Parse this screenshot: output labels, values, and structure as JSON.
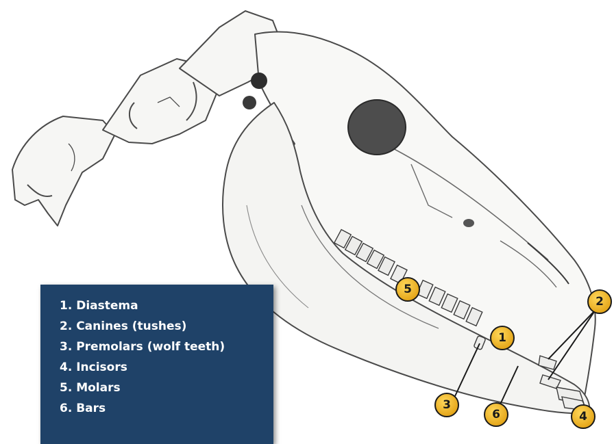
{
  "legend": {
    "items": [
      "1. Diastema",
      "2. Canines (tushes)",
      "3. Premolars (wolf teeth)",
      "4. Incisors",
      "5. Molars",
      "6. Bars"
    ]
  },
  "callouts": [
    "1",
    "2",
    "3",
    "4",
    "5",
    "6"
  ],
  "colors": {
    "legend_bg": "#1f4268",
    "legend_text": "#ffffff",
    "badge_fill": "#f2b51e",
    "badge_stroke": "#1a1a1a",
    "sketch_line": "#4a4a4a"
  }
}
